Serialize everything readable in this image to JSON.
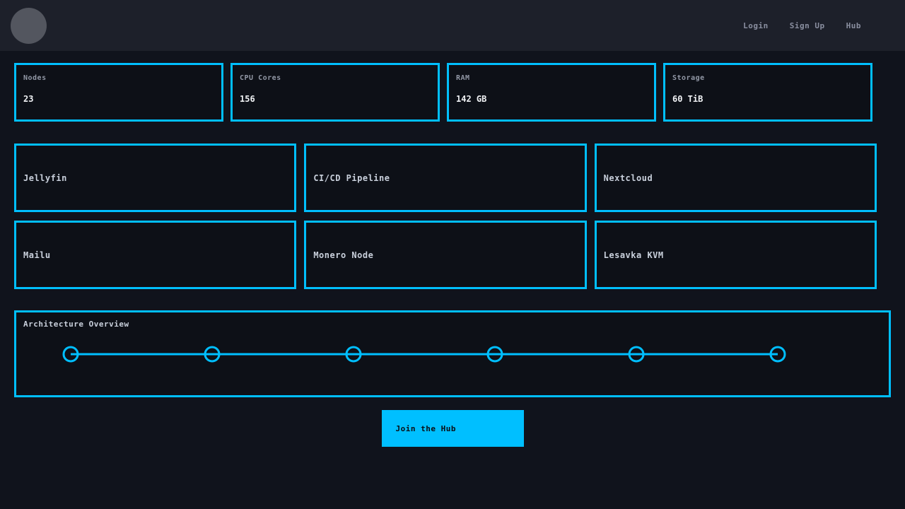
{
  "colors": {
    "accent": "#00bfff",
    "page_bg": "#10131c",
    "navbar_bg": "#1d202a",
    "card_bg": "#0d1017",
    "label_gray": "#9298a6",
    "value_white": "#f0f2f5"
  },
  "navbar": {
    "links": [
      {
        "label": "Login"
      },
      {
        "label": "Sign Up"
      },
      {
        "label": "Hub"
      }
    ]
  },
  "stats": [
    {
      "label": "Nodes",
      "value": "23"
    },
    {
      "label": "CPU Cores",
      "value": "156"
    },
    {
      "label": "RAM",
      "value": "142 GB"
    },
    {
      "label": "Storage",
      "value": "60 TiB"
    }
  ],
  "services": [
    {
      "title": "Jellyfin"
    },
    {
      "title": "CI/CD Pipeline"
    },
    {
      "title": "Nextcloud"
    },
    {
      "title": "Mailu"
    },
    {
      "title": "Monero Node"
    },
    {
      "title": "Lesavka KVM"
    }
  ],
  "architecture": {
    "title": "Architecture Overview",
    "node_count": 6
  },
  "cta": {
    "label": "Join the Hub"
  }
}
